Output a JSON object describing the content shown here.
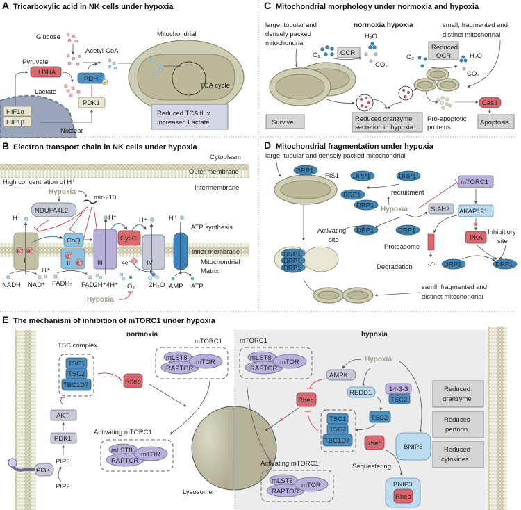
{
  "panel_a": {
    "letter": "A",
    "title": "Tricarboxylic acid in NK cells under hypoxia",
    "glucose": "Glucose",
    "acetyl_coa": "Acetyl-CoA",
    "pyruvate": "Pyruvate",
    "ldha": "LDHA",
    "pdh": "PDH",
    "p": "P",
    "lactate": "Lactate",
    "pdk1": "PDK1",
    "hif1a": "HIF1α",
    "hif1b": "HIF1β",
    "nuclear": "Nuclear",
    "mitochondrial": "Mitochondrial",
    "tca_cycle": "TCA cycle",
    "result_line1": "Reduced TCA flux",
    "result_line2": "Increased Lactate"
  },
  "panel_b": {
    "letter": "B",
    "title": "Electron transport chain in NK cells under hypoxia",
    "cytoplasm": "Cytoplasm",
    "outer_membrane": "Outer membrane",
    "high_h": "High concentration of H⁺",
    "intermembrane": "Intermembrane",
    "hypoxia": "Hypoxia",
    "mir210": "mir-210",
    "ndufa4l2": "NDUFA4L2",
    "h_plus": "H⁺",
    "coq": "CoQ",
    "cytc": "Cyt C",
    "complex_i": "I",
    "complex_ii": "II",
    "complex_iii": "III",
    "complex_iv": "IV",
    "electron": "e⁻",
    "four_e": "4e⁻",
    "atp_synthesis": "ATP synthesis",
    "inner_membrane": "inner membrane",
    "matrix_line1": "Mitochondrial",
    "matrix_line2": "Matrix",
    "nadh": "NADH",
    "nad": "NAD⁺",
    "fadh2": "FADH₂",
    "fad2h": "FAD2H⁺",
    "four_h": "4H⁺",
    "o2": "O₂",
    "two_h2o": "2H₂O",
    "amp": "AMP",
    "atp": "ATP"
  },
  "panel_c": {
    "letter": "C",
    "title": "Mitochondrial morphology under normoxia and hypoxia",
    "left_desc": [
      "large, tubular and",
      "densely packed",
      "mitochondrial"
    ],
    "normoxia_hypoxia": "normoxia hypoxia",
    "h2o": "H₂O",
    "ocr": "OCR",
    "o2": "O₂",
    "co2": "CO₂",
    "right_desc": [
      "small, fragmented and",
      "distinct mitochonrial"
    ],
    "reduced_ocr": [
      "Reduced",
      "OCR"
    ],
    "survive": "Survive",
    "granzyme": [
      "Reduced granzyme",
      "secretion in hypoxia"
    ],
    "pro_apoptotic": [
      "Pro-apoptotic",
      "proteins"
    ],
    "cas3": "Cas3",
    "apoptosis": "Apoptosis"
  },
  "panel_d": {
    "letter": "D",
    "title": "Mitochondrial fragmentation under hypoxia",
    "subtitle": "large, tubular and densely packed mitochondrial",
    "drp1": "DRP1",
    "fis1": "FIS1",
    "recruitment": "recruitment",
    "hypoxia": "Hypoxia",
    "siah2": "SIAH2",
    "mtorc1": "mTORC1",
    "akap121": "AKAP121",
    "pka": "PKA",
    "inhibitory_site": [
      "Inhibitiory",
      "site"
    ],
    "activating_site": [
      "Activating",
      "site"
    ],
    "proteasome": "Proteasome",
    "degradation": "Degradation",
    "small_desc": [
      "samll, fragmented and",
      "distinct mitochondrial"
    ]
  },
  "panel_e": {
    "letter": "E",
    "title": "The mechanism of inhibition of mTORC1 under hypoxia",
    "normoxia": "normoxia",
    "hypoxia_label": "hypoxia",
    "tsc_complex": "TSC complex",
    "tsc1": "TSC1",
    "tsc2": "TSC2",
    "tbc1d7": "TBC1D7",
    "rheb": "Rheb",
    "mtorc1": "mTORC1",
    "mlst8": "mLST8",
    "raptor": "RAPTOR",
    "mtor": "mTOR",
    "akt": "AKT",
    "pdk1": "PDK1",
    "pip3": "PIP3",
    "pip2": "PIP2",
    "pi3k": "PI3K",
    "activating_mtorc1": "Activating mTORC1",
    "lysosome": "Lysosome",
    "hypoxia": "Hypoxia",
    "ampk": "AMPK",
    "redd1": "REDD1",
    "ywhab": "14-3-3",
    "bnip3": "BNIP3",
    "sequestering": "Sequestering",
    "outcomes": [
      [
        "Reduced",
        "granzyme"
      ],
      [
        "Reduced",
        "perforin"
      ],
      [
        "Reduced",
        "cytokines"
      ]
    ]
  },
  "colors": {
    "hypoxia_text": "#9a9a8a",
    "inhibition": "#d2424a",
    "protein_blue": "#4b8fc0",
    "protein_red": "#d9676d",
    "protein_purple": "#b9b1dc",
    "mitochondria": "#cfcdb3",
    "hypoxia_panel_bg": "#ececec"
  }
}
